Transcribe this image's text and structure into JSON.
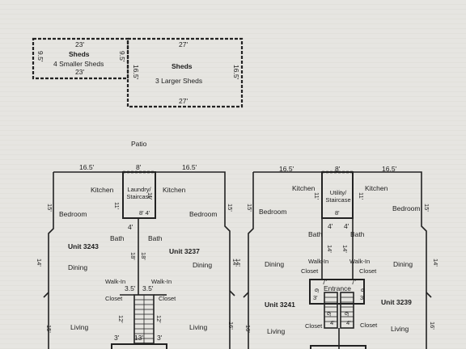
{
  "sheds": {
    "small": {
      "title": "Sheds",
      "subtitle": "4 Smaller Sheds",
      "top": "23'",
      "bottom": "23'",
      "left": "9.5'",
      "right": "9.5'"
    },
    "large": {
      "title": "Sheds",
      "subtitle": "3 Larger Sheds",
      "top": "27'",
      "bottom": "27'",
      "left": "16.5'",
      "right": "16.5'"
    }
  },
  "patio": "Patio",
  "left_building": {
    "dims_top": [
      "16.5'",
      "8'",
      "16.5'"
    ],
    "core": "Laundry/\nStaircase",
    "core_w": "8' 4'",
    "core_h": "11'",
    "unit_left": {
      "name": "Unit 3243",
      "kitchen": "Kitchen",
      "bedroom": "Bedroom",
      "bath": "Bath",
      "dining": "Dining",
      "walkin": "Walk-In",
      "closet": "Closet",
      "living": "Living",
      "side1": "15'",
      "side2": "14'",
      "side3": "15'"
    },
    "unit_right": {
      "name": "Unit 3237",
      "kitchen": "Kitchen",
      "bedroom": "Bedroom",
      "bath": "Bath",
      "dining": "Dining",
      "walkin": "Walk-In",
      "closet": "Closet",
      "living": "Living",
      "side1": "15'",
      "side2": "14'",
      "side3": "16'"
    },
    "hall_w": "4'",
    "hall_h1": "18'",
    "hall_h2": "18'",
    "stair_l": "3.5'",
    "stair_r": "3.5'",
    "stair_h1": "12'",
    "stair_h2": "12'",
    "bot_l": "3'",
    "bot_m": "13'",
    "bot_r": "3'"
  },
  "right_building": {
    "dims_top": [
      "16.5'",
      "8'",
      "16.5'"
    ],
    "core": "Utility/\nStaircase",
    "core_w": "8'",
    "core_h": "11'",
    "core_h2": "11'",
    "unit_left": {
      "name": "Unit 3241",
      "kitchen": "Kitchen",
      "bedroom": "Bedroom",
      "bath": "Bath",
      "dining": "Dining",
      "walkin": "Walk-In",
      "closet": "Closet",
      "closet2": "Closet",
      "living": "Living",
      "side1": "15'",
      "side2": "14'",
      "side3": "16'"
    },
    "unit_right": {
      "name": "Unit 3239",
      "kitchen": "Kitchen",
      "bedroom": "Bedroom",
      "bath": "Bath",
      "dining": "Dining",
      "walkin": "Walk-In",
      "closet": "Closet",
      "closet2": "Closet",
      "living": "Living",
      "side1": "15'",
      "side2": "14'",
      "side3": "16'"
    },
    "hall_l": "4'",
    "hall_r": "4'",
    "hall_h1": "14'",
    "hall_h2": "14'",
    "entrance": "Entrance",
    "ent_l": "7'",
    "ent_r": "7'",
    "ent_h1": "6'",
    "ent_h2": "6'",
    "ent_side_l": "3'",
    "ent_side_r": "3'",
    "stair_h1": "6'",
    "stair_h2": "6'",
    "bot_l": "4'",
    "bot_r": "4'"
  }
}
